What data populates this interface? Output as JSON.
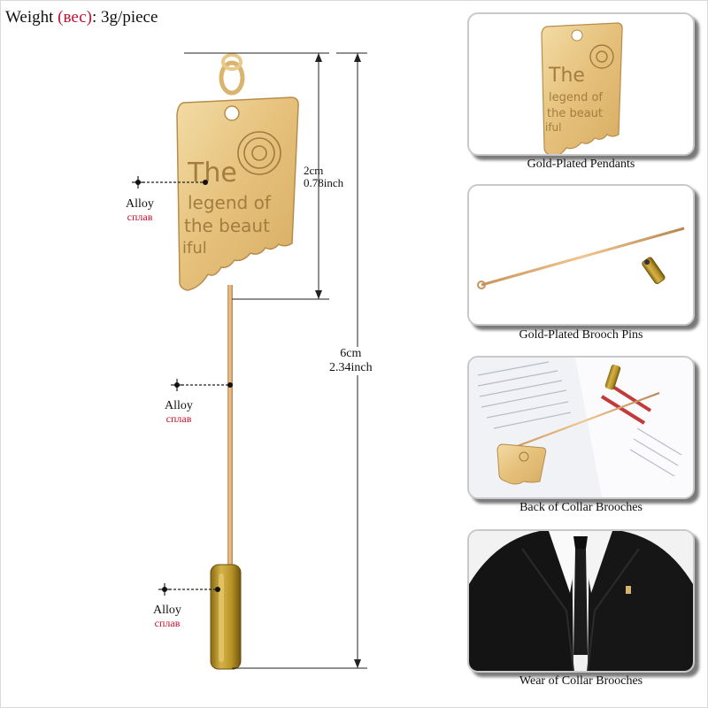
{
  "header": {
    "weight_label": "Weight",
    "weight_label_ru": "(вес)",
    "weight_value": ": 3g/piece"
  },
  "pendant_text": [
    "The",
    "legend of",
    "the beaut",
    "iful"
  ],
  "callouts": [
    {
      "en": "Alloy",
      "ru": "сплав"
    },
    {
      "en": "Alloy",
      "ru": "сплав"
    },
    {
      "en": "Alloy",
      "ru": "сплав"
    }
  ],
  "dimensions": {
    "small": {
      "cm": "2cm",
      "inch": "0.78inch"
    },
    "large": {
      "cm": "6cm",
      "inch": "2.34inch"
    }
  },
  "panels": [
    {
      "caption": "Gold-Plated Pendants"
    },
    {
      "caption": "Gold-Plated Brooch Pins"
    },
    {
      "caption": "Back of Collar Brooches"
    },
    {
      "caption": "Wear of Collar Brooches"
    }
  ],
  "colors": {
    "accent_red": "#c8102e",
    "gold": "#e6c27d",
    "antique_gold": "#b08a22"
  }
}
